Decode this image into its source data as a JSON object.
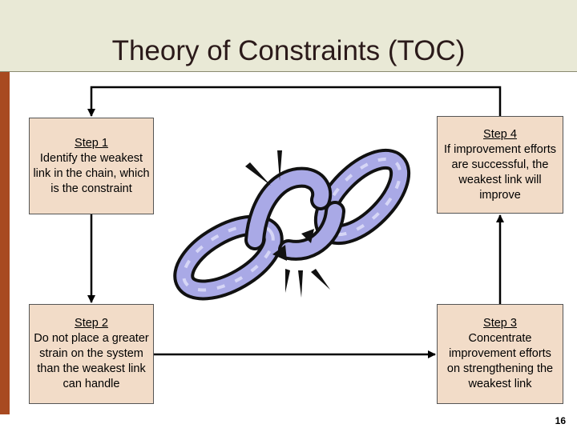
{
  "title": "Theory of Constraints (TOC)",
  "steps": {
    "step1": {
      "label": "Step 1",
      "text": "Identify the weakest link in the chain, which is the constraint"
    },
    "step2": {
      "label": "Step 2",
      "text": "Do not place a greater strain on the system than the weakest link can handle"
    },
    "step3": {
      "label": "Step 3",
      "text": "Concentrate improvement efforts on strengthening the weakest link"
    },
    "step4": {
      "label": "Step 4",
      "text": "If improvement efforts are successful, the weakest link will improve"
    }
  },
  "page_number": "16",
  "colors": {
    "title_bar": "#e9e9d6",
    "accent_rule": "#a84a20",
    "step_fill": "#f2dcc8",
    "chain_fill": "#a9a9e6"
  },
  "illustration": "broken-chain-icon"
}
